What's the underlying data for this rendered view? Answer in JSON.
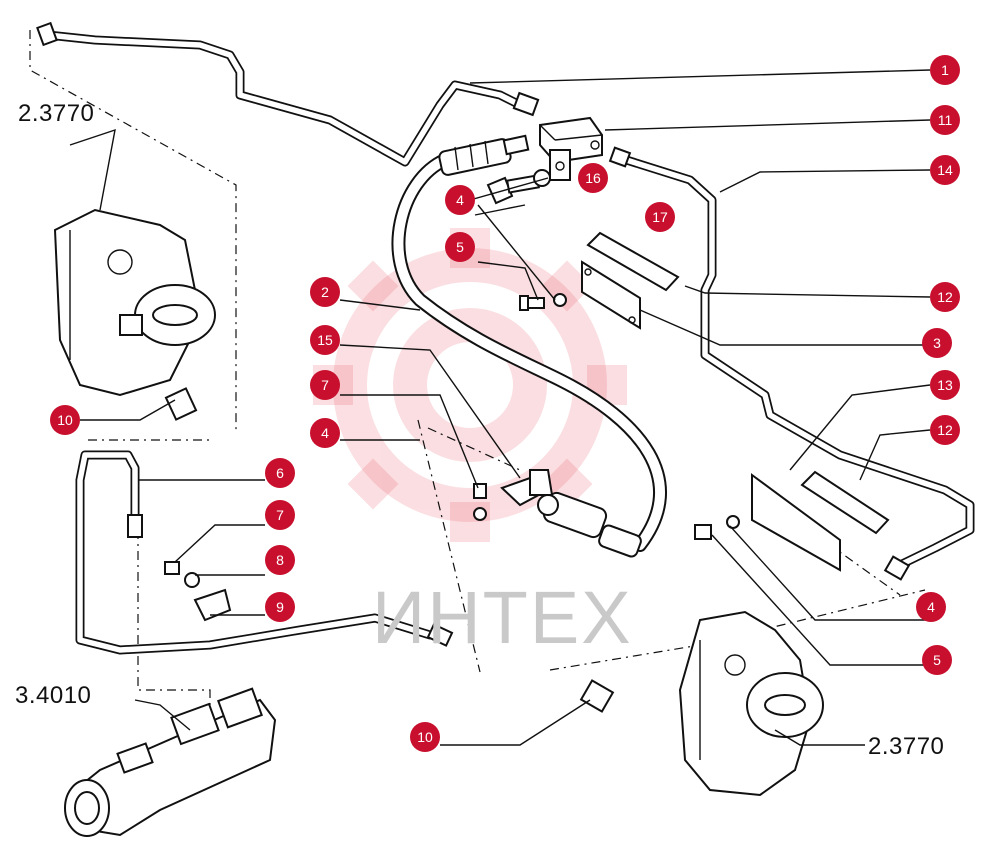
{
  "watermark_text": "ИНТЕХ",
  "colors": {
    "callout": "#c8102e",
    "watermark_gear": "#e8505f",
    "watermark_text": "#c9c9c9"
  },
  "reference_labels": [
    "2.3770",
    "3.4010",
    "2.3770"
  ],
  "callouts": [
    "1",
    "11",
    "14",
    "16",
    "4",
    "17",
    "5",
    "12",
    "2",
    "3",
    "15",
    "13",
    "7",
    "12",
    "4",
    "10",
    "6",
    "7",
    "8",
    "9",
    "4",
    "5",
    "10"
  ]
}
